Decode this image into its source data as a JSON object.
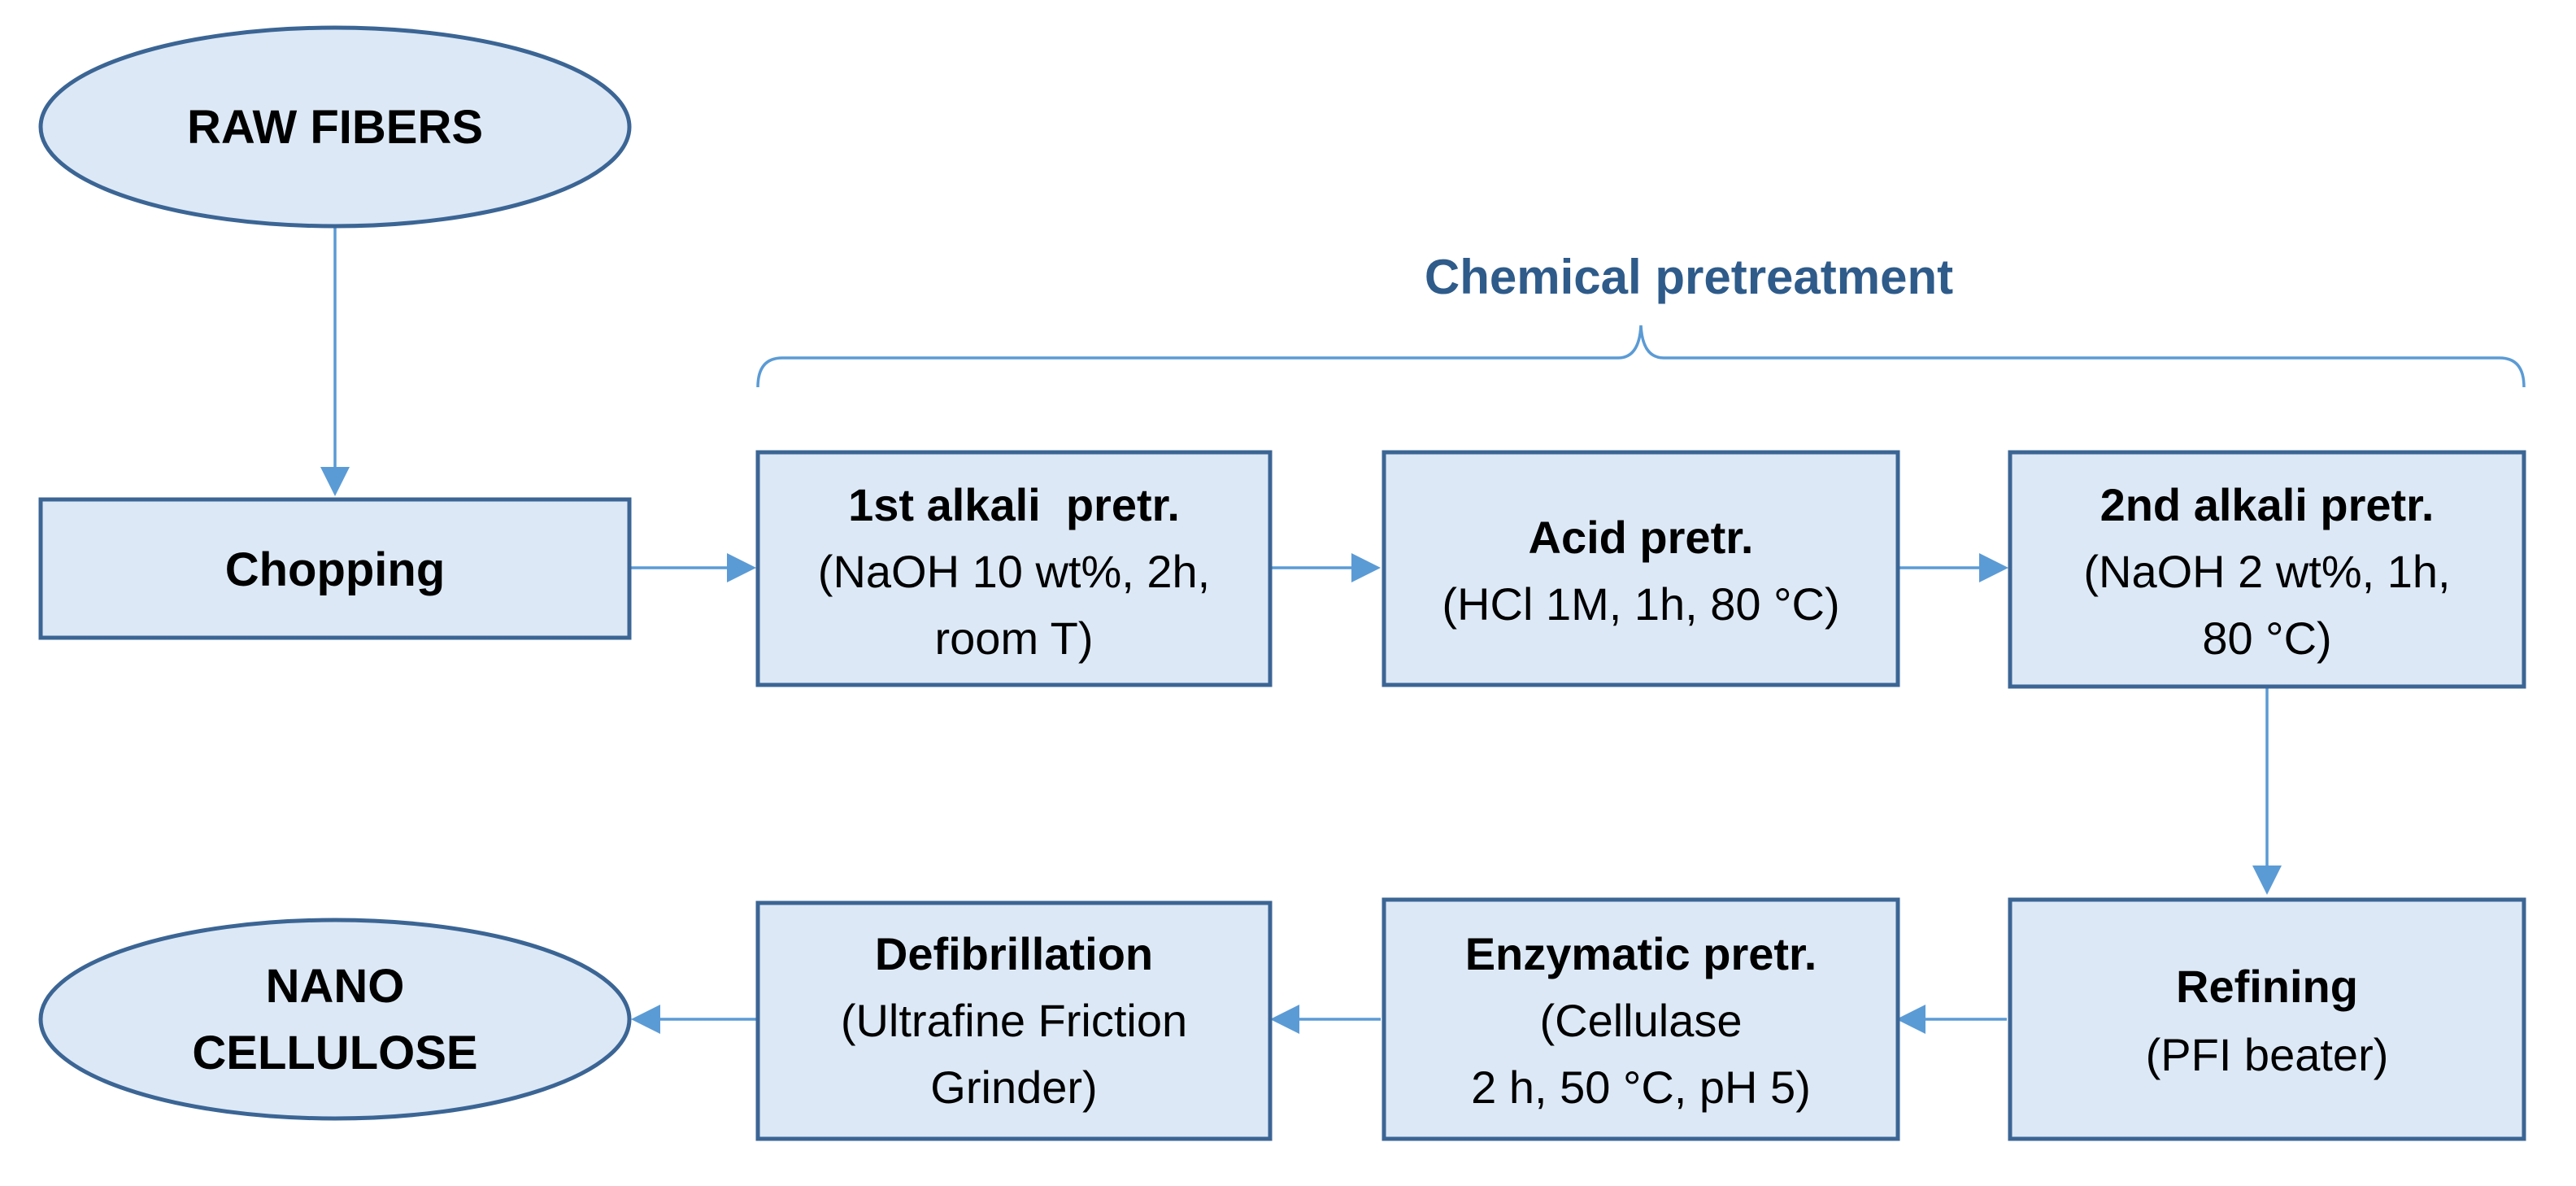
{
  "group": {
    "label": "Chemical pretreatment"
  },
  "nodes": {
    "raw_fibers": {
      "lines": [
        "RAW FIBERS"
      ]
    },
    "chopping": {
      "lines": [
        "Chopping"
      ]
    },
    "alkali1": {
      "title": "1st alkali  pretr.",
      "lines": [
        "(NaOH 10 wt%, 2h,",
        "room T)"
      ]
    },
    "acid": {
      "title": "Acid pretr.",
      "lines": [
        "(HCl 1M, 1h, 80 °C)"
      ]
    },
    "alkali2": {
      "title": "2nd alkali pretr.",
      "lines": [
        "(NaOH 2 wt%, 1h,",
        "80 °C)"
      ]
    },
    "refining": {
      "title": "Refining",
      "lines": [
        "(PFI beater)"
      ]
    },
    "enzymatic": {
      "title": "Enzymatic pretr.",
      "lines": [
        "(Cellulase",
        "2 h, 50 °C, pH 5)"
      ]
    },
    "defibrillation": {
      "title": "Defibrillation",
      "lines": [
        "(Ultrafine Friction",
        "Grinder)"
      ]
    },
    "nanocellulose": {
      "lines": [
        "NANO",
        "CELLULOSE"
      ]
    }
  },
  "colors": {
    "fill": "#dce8f5",
    "stroke": "#3b6594",
    "arrow": "#5b9bd5",
    "group_label": "#2e5b8a"
  }
}
